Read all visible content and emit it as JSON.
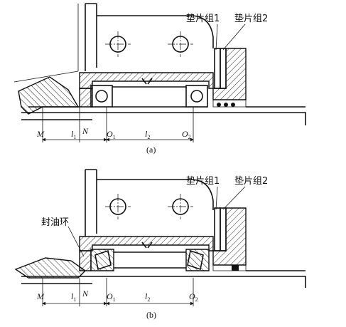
{
  "figure_a": {
    "shim_group_1": "垫片组1",
    "shim_group_2": "垫片组2",
    "point_m": "M",
    "point_n": "N",
    "point_o1": "O",
    "point_o1_sub": "1",
    "point_o2": "O",
    "point_o2_sub": "2",
    "dim_l1": "l",
    "dim_l1_sub": "1",
    "dim_l2": "l",
    "dim_l2_sub": "2",
    "caption": "(a)"
  },
  "figure_b": {
    "shim_group_1": "垫片组1",
    "shim_group_2": "垫片组2",
    "oil_ring": "封油环",
    "point_m": "M",
    "point_n": "N",
    "point_o1": "O",
    "point_o1_sub": "1",
    "point_o2": "O",
    "point_o2_sub": "2",
    "dim_l1": "l",
    "dim_l1_sub": "1",
    "dim_l2": "l",
    "dim_l2_sub": "2",
    "caption": "(b)"
  }
}
